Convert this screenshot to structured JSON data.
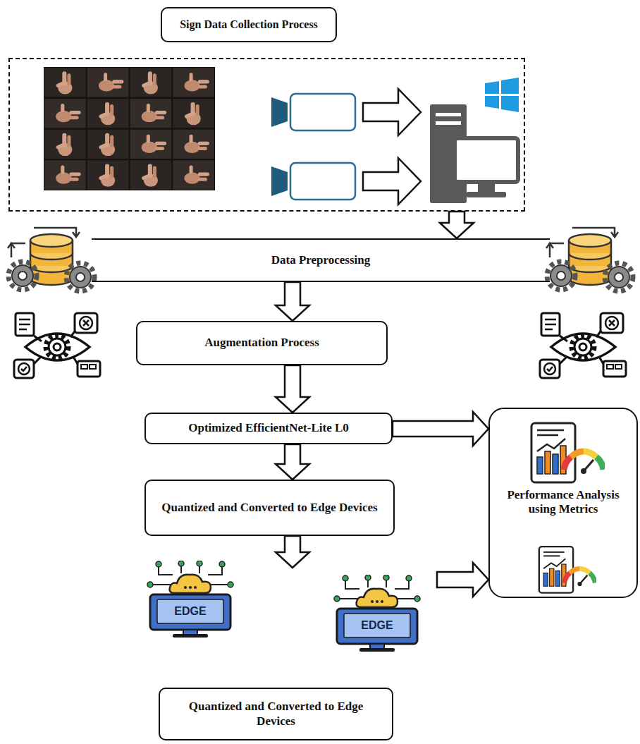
{
  "diagram": {
    "nodes": [
      {
        "text": [
          "Sign Data Collection Process"
        ]
      },
      {
        "text": [
          "Data Preprocessing"
        ]
      },
      {
        "text": [
          "Augmentation Process"
        ]
      },
      {
        "text": [
          "Optimized EfficientNet-Lite L0"
        ]
      },
      {
        "text": [
          "Quantized and Converted to Edge Devices"
        ]
      },
      {
        "text": [
          "Performance Analysis using Metrics"
        ]
      },
      {
        "text": [
          "Quantized and Converted to Edge Devices"
        ]
      }
    ],
    "edges": [
      {
        "from": 0,
        "to": 1,
        "arrow": "to"
      },
      {
        "from": 1,
        "to": 2,
        "arrow": "to"
      },
      {
        "from": 2,
        "to": 3,
        "arrow": "to"
      },
      {
        "from": 3,
        "to": 4,
        "arrow": "to"
      },
      {
        "from": 3,
        "to": 5,
        "arrow": "to"
      },
      {
        "from": 4,
        "to": 6,
        "arrow": "to"
      },
      {
        "from": 6,
        "to": 5,
        "arrow": "to"
      }
    ],
    "labels": [
      "EDGE",
      "EDGE"
    ]
  }
}
